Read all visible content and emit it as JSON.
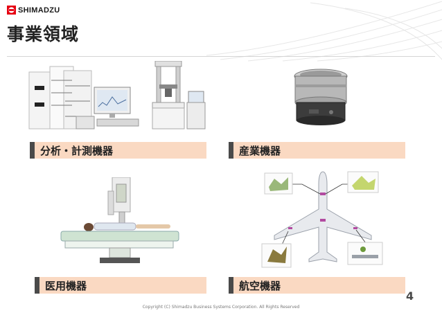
{
  "header": {
    "logo_text": "SHIMADZU",
    "title": "事業領域"
  },
  "categories": [
    {
      "label": "分析・計測機器"
    },
    {
      "label": "産業機器"
    },
    {
      "label": "医用機器"
    },
    {
      "label": "航空機器"
    }
  ],
  "footer": {
    "page_number": "4",
    "copyright": "Copyright (C) Shimadzu Business Systems Corporation. All Rights Reserved"
  },
  "colors": {
    "label_fill": "#fad9c2",
    "label_accent": "#4a4a4a",
    "brand": "#1a1a1a"
  }
}
